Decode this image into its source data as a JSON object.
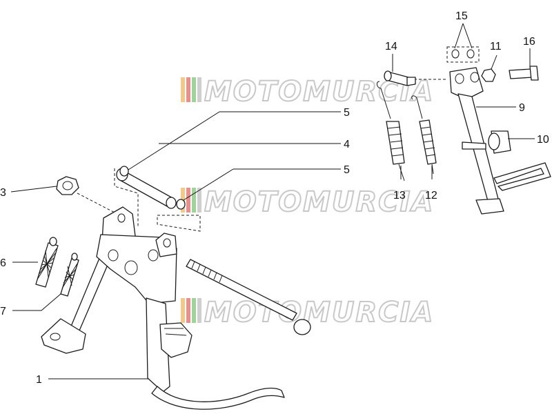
{
  "callouts": [
    {
      "id": "1",
      "label": "1"
    },
    {
      "id": "3",
      "label": "3"
    },
    {
      "id": "4",
      "label": "4"
    },
    {
      "id": "5a",
      "label": "5"
    },
    {
      "id": "5b",
      "label": "5"
    },
    {
      "id": "6",
      "label": "6"
    },
    {
      "id": "7",
      "label": "7"
    },
    {
      "id": "9",
      "label": "9"
    },
    {
      "id": "10",
      "label": "10"
    },
    {
      "id": "11",
      "label": "11"
    },
    {
      "id": "12",
      "label": "12"
    },
    {
      "id": "13",
      "label": "13"
    },
    {
      "id": "14",
      "label": "14"
    },
    {
      "id": "15",
      "label": "15"
    },
    {
      "id": "16",
      "label": "16"
    }
  ],
  "watermark": {
    "text": "MOTOMURCIA",
    "stripe_colors": [
      "#f3c98b",
      "#e88f8f",
      "#9fd39b",
      "#cfcfcf"
    ]
  }
}
